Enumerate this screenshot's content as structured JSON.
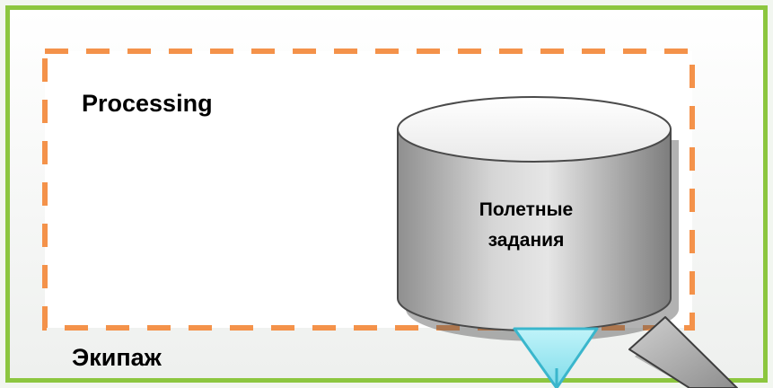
{
  "diagram": {
    "colors": {
      "frame_border": "#8cc63f",
      "frame_background": "#ffffff",
      "processing_border": "#f4924a",
      "database_fill": "#b9b9b9",
      "funnel_fill": "#9ee8f2",
      "funnel_stroke": "#3ab6cc",
      "arm_fill": "#a8a8a8"
    },
    "processing_area": {
      "label": "Processing",
      "border_style": "dashed"
    },
    "database": {
      "shape": "cylinder",
      "label_line1": "Полетные",
      "label_line2": "задания"
    },
    "crew_area": {
      "label": "Экипаж"
    },
    "connector": {
      "shape": "inverted-triangle"
    },
    "arm": {
      "shape": "angled-bar"
    }
  }
}
